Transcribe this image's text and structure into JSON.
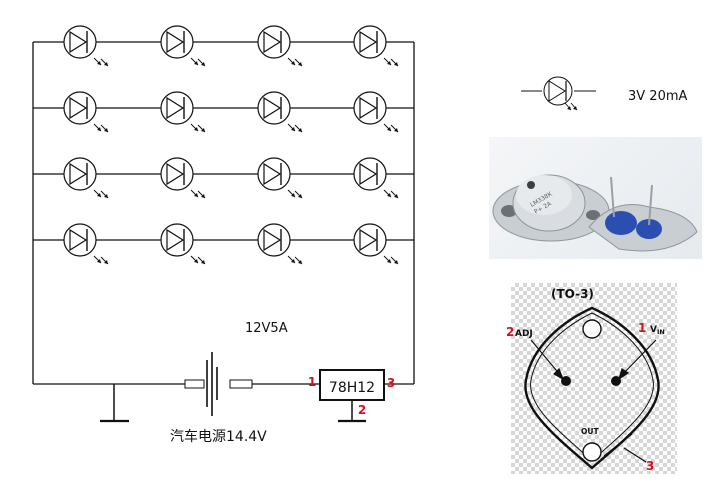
{
  "schematic": {
    "supply_label": "12V5A",
    "source_label": "汽车电源14.4V",
    "regulator_label": "78H12",
    "pin1": "1",
    "pin2": "2",
    "pin3": "3",
    "led_rows": 4,
    "leds_per_row": 4
  },
  "legend": {
    "led_rating": "3V 20mA"
  },
  "package": {
    "title": "(TO-3)",
    "pin_adj_number": "2",
    "pin_adj_name": "ADJ",
    "pin_vin_number": "1",
    "pin_vin_name": "V",
    "pin_vin_sub": "IN",
    "pin_out_name": "OUT",
    "pin_out_number": "3"
  },
  "colors": {
    "line": "#111111",
    "pin_number": "#d4141c",
    "metal": "#c9ced3",
    "insulator": "#2b4fb0"
  }
}
